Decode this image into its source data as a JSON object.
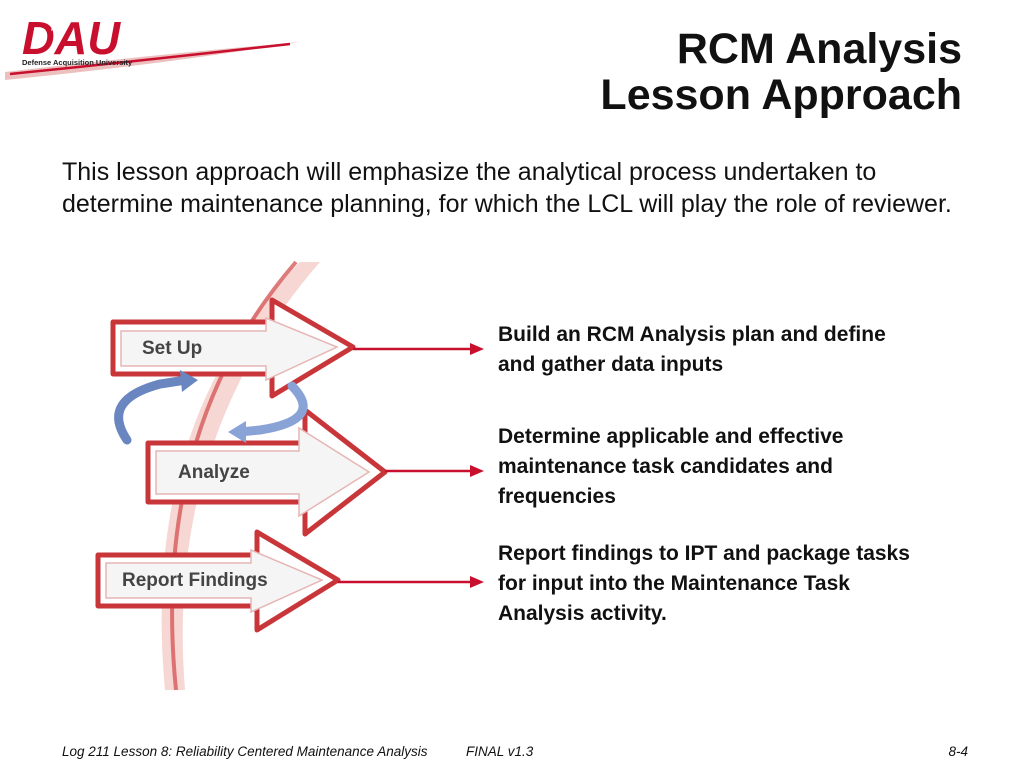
{
  "logo": {
    "text": "DAU",
    "subtitle": "Defense Acquisition University"
  },
  "title": {
    "line1": "RCM Analysis",
    "line2": "Lesson Approach"
  },
  "intro": "This lesson approach will emphasize the analytical process undertaken to determine maintenance planning, for which the LCL will play the role of reviewer.",
  "steps": [
    {
      "label": "Set Up",
      "description": "Build an RCM Analysis plan and define and gather data inputs"
    },
    {
      "label": "Analyze",
      "description": "Determine applicable and effective maintenance task candidates and frequencies"
    },
    {
      "label": "Report Findings",
      "description": "Report findings to IPT and package tasks for input into the Maintenance Task Analysis activity."
    }
  ],
  "footer": {
    "course": "Log 211 Lesson 8: Reliability Centered Maintenance Analysis",
    "version": "FINAL v1.3",
    "page": "8-4"
  },
  "colors": {
    "brand_red": "#c8102e",
    "arrow_fill": "#ffffff",
    "cycle_blue": "#6a86c0"
  }
}
